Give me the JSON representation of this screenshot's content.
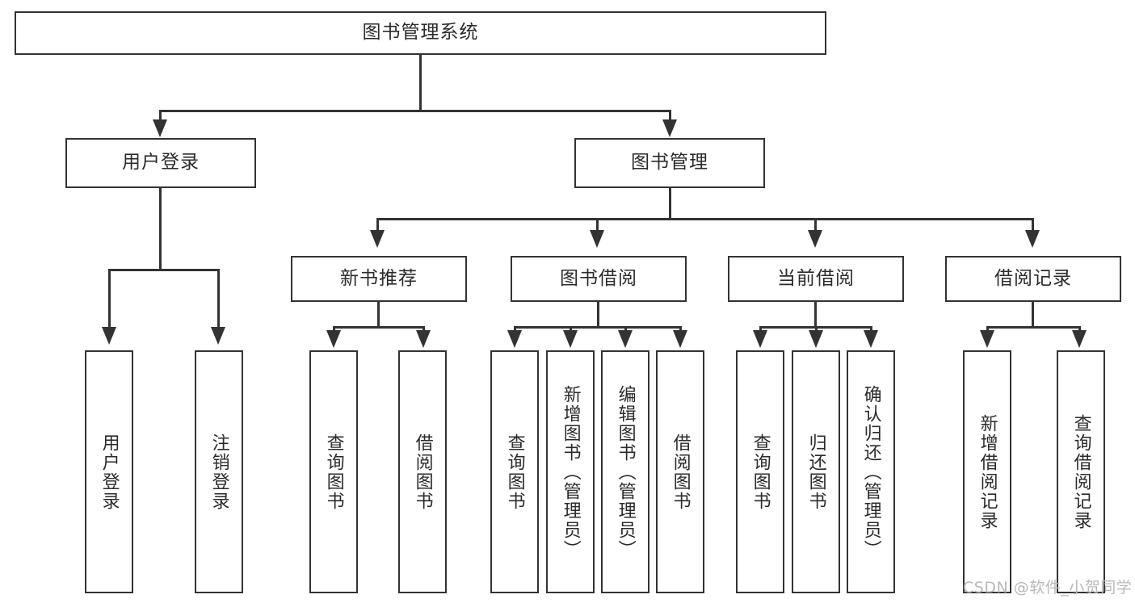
{
  "diagram": {
    "title": "图书管理系统",
    "type": "hierarchy-tree",
    "watermark": "CSDN @软件_小贺同学",
    "colors": {
      "stroke": "#333333",
      "fill": "#ffffff",
      "text": "#2b2b2b",
      "watermark": "#b9b9b9"
    },
    "root": {
      "label": "图书管理系统"
    },
    "level2": [
      {
        "label": "用户登录"
      },
      {
        "label": "图书管理"
      }
    ],
    "level3": [
      {
        "label": "新书推荐"
      },
      {
        "label": "图书借阅"
      },
      {
        "label": "当前借阅"
      },
      {
        "label": "借阅记录"
      }
    ],
    "leaves": {
      "user_login": [
        {
          "label": "用户登录"
        },
        {
          "label": "注销登录"
        }
      ],
      "new_book_recommend": [
        {
          "label": "查询图书"
        },
        {
          "label": "借阅图书"
        }
      ],
      "book_borrow": [
        {
          "label": "查询图书"
        },
        {
          "label": "新增图书（管理员）"
        },
        {
          "label": "编辑图书（管理员）"
        },
        {
          "label": "借阅图书"
        }
      ],
      "current_borrow": [
        {
          "label": "查询图书"
        },
        {
          "label": "归还图书"
        },
        {
          "label": "确认归还（管理员）"
        }
      ],
      "borrow_record": [
        {
          "label": "新增借阅记录"
        },
        {
          "label": "查询借阅记录"
        }
      ]
    }
  }
}
